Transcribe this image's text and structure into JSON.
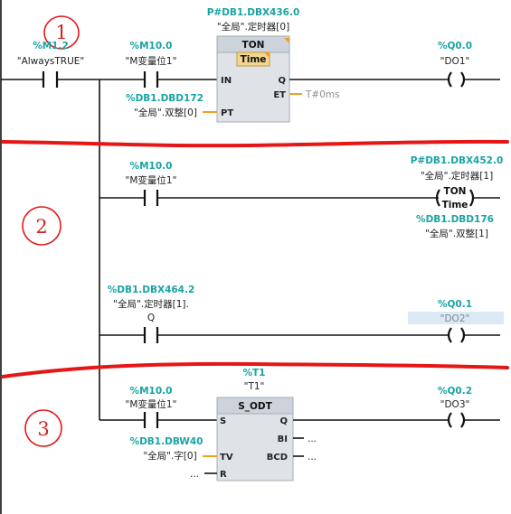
{
  "network1": {
    "number": "1",
    "contact1": {
      "address": "%M1.2",
      "symbol": "\"AlwaysTRUE\""
    },
    "contact2": {
      "address": "%M10.0",
      "symbol": "\"M变量位1\""
    },
    "timer": {
      "instance_address": "P#DB1.DBX436.0",
      "instance_symbol": "\"全局\".定时器[0]",
      "type": "TON",
      "subtype": "Time",
      "pin_in": "IN",
      "pin_q": "Q",
      "pin_et": "ET",
      "pin_pt": "PT",
      "et_value": "T#0ms",
      "pt_address": "%DB1.DBD172",
      "pt_symbol": "\"全局\".双整[0]"
    },
    "coil": {
      "address": "%Q0.0",
      "symbol": "\"DO1\""
    }
  },
  "network2": {
    "number": "2",
    "contact1": {
      "address": "%M10.0",
      "symbol": "\"M变量位1\""
    },
    "timer_coil": {
      "instance_address": "P#DB1.DBX452.0",
      "instance_symbol": "\"全局\".定时器[1]",
      "type": "TON",
      "subtype": "Time",
      "pt_address": "%DB1.DBD176",
      "pt_symbol": "\"全局\".双整[1]"
    },
    "contact2": {
      "address": "%DB1.DBX464.2",
      "symbol": "\"全局\".定时器[1].",
      "symbol2": "Q"
    },
    "coil": {
      "address": "%Q0.1",
      "symbol": "\"DO2\""
    }
  },
  "network3": {
    "number": "3",
    "timer_address": "%T1",
    "timer_symbol": "\"T1\"",
    "contact1": {
      "address": "%M10.0",
      "symbol": "\"M变量位1\""
    },
    "block": {
      "type": "S_ODT",
      "pin_s": "S",
      "pin_q": "Q",
      "pin_bi": "BI",
      "pin_bcd": "BCD",
      "pin_tv": "TV",
      "pin_r": "R",
      "bi_value": "...",
      "bcd_value": "...",
      "r_value": "..."
    },
    "tv_address": "%DB1.DBW40",
    "tv_symbol": "\"全局\".字[0]",
    "coil": {
      "address": "%Q0.2",
      "symbol": "\"DO3\""
    }
  }
}
